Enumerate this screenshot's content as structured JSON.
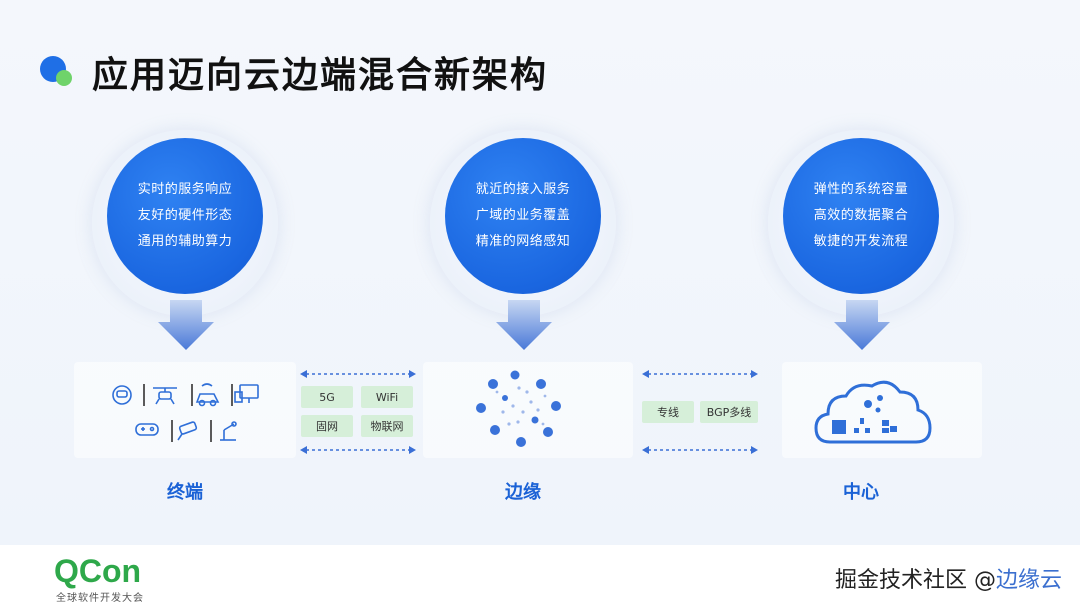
{
  "title": "应用迈向云边端混合新架构",
  "columns": [
    {
      "lines": [
        "实时的服务响应",
        "友好的硬件形态",
        "通用的辅助算力"
      ],
      "label": "终端"
    },
    {
      "lines": [
        "就近的接入服务",
        "广域的业务覆盖",
        "精准的网络感知"
      ],
      "label": "边缘"
    },
    {
      "lines": [
        "弹性的系统容量",
        "高效的数据聚合",
        "敏捷的开发流程"
      ],
      "label": "中心"
    }
  ],
  "links": [
    {
      "tags": [
        "5G",
        "WiFi",
        "固网",
        "物联网"
      ]
    },
    {
      "tags": [
        "专线",
        "BGP多线"
      ]
    }
  ],
  "footer": {
    "logo": "QCon",
    "logo_sub": "全球软件开发大会",
    "watermark_prefix": "掘金技术社区 @",
    "watermark_suffix": "边缘云"
  },
  "colors": {
    "primary": "#1a66e0",
    "label": "#1b62d6",
    "accent_green": "#2ea84a",
    "tag_bg": "#d6efd9"
  }
}
